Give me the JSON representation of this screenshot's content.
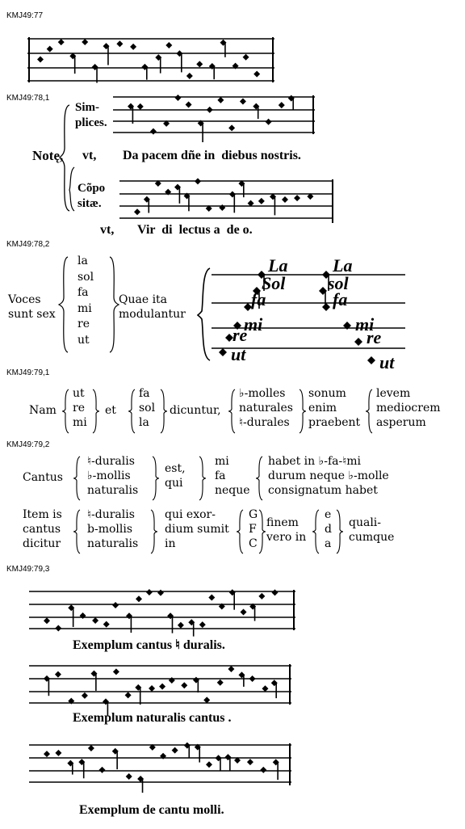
{
  "refs": [
    "KMJ49:77",
    "KMJ49:78,1",
    "KMJ49:78,2",
    "KMJ49:79,1",
    "KMJ49:79,2",
    "KMJ49:79,3"
  ],
  "ex78_1": {
    "notae": "Notę,",
    "simplices": [
      "Sim-",
      "plices."
    ],
    "vt1": "vt,",
    "text1": "Da pacem dñe in  diebus nostris.",
    "composita": [
      "Cõpo",
      "sitæ."
    ],
    "vt2": "vt,",
    "text2": "Vir  di  lectus a  de o."
  },
  "ex78_2": {
    "voces": [
      "Voces",
      "sunt sex"
    ],
    "syllables": [
      "la",
      "sol",
      "fa",
      "mi",
      "re",
      "ut"
    ],
    "quae": [
      "Quae ita",
      "modulantur"
    ],
    "staff_labels": [
      "La",
      "Sol",
      "fa",
      "mi",
      "re",
      "ut",
      "La",
      "sol",
      "fa",
      "mi",
      "re",
      "ut"
    ]
  },
  "ex79_1": {
    "nam": "Nam",
    "col1": [
      "ut",
      "re",
      "mi"
    ],
    "et": "et",
    "col2": [
      "fa",
      "sol",
      "la"
    ],
    "dicuntur": "dicuntur,",
    "col3": [
      "♭-molles",
      "naturales",
      "♮-durales"
    ],
    "col4": [
      "sonum",
      "enim",
      "praebent"
    ],
    "col5": [
      "levem",
      "mediocrem",
      "asperum"
    ]
  },
  "ex79_2": {
    "cantus": "Cantus",
    "types": [
      "♮-duralis",
      "♭-mollis",
      "naturalis"
    ],
    "est_qui": [
      "est,",
      "qui"
    ],
    "syll": [
      "mi",
      "fa",
      "neque"
    ],
    "habet": [
      "habet in ♭-fa-♮mi",
      "durum neque ♭-molle",
      "consignatum habet"
    ],
    "item": [
      "Item is",
      "cantus",
      "dicitur"
    ],
    "types2": [
      "♮-duralis",
      "b-mollis",
      "naturalis"
    ],
    "qui_exor": [
      "qui exor-",
      "dium sumit",
      "in"
    ],
    "gfc": [
      "G",
      "F",
      "C"
    ],
    "finem": [
      "finem",
      "vero in"
    ],
    "eda": [
      "e",
      "d",
      "a"
    ],
    "quali": [
      "quali-",
      "cumque"
    ]
  },
  "ex79_3": {
    "caption1": "Exemplum cantus ♮ duralis.",
    "caption2": "Exemplum naturalis cantus .",
    "caption3": "Exemplum de cantu molli."
  }
}
